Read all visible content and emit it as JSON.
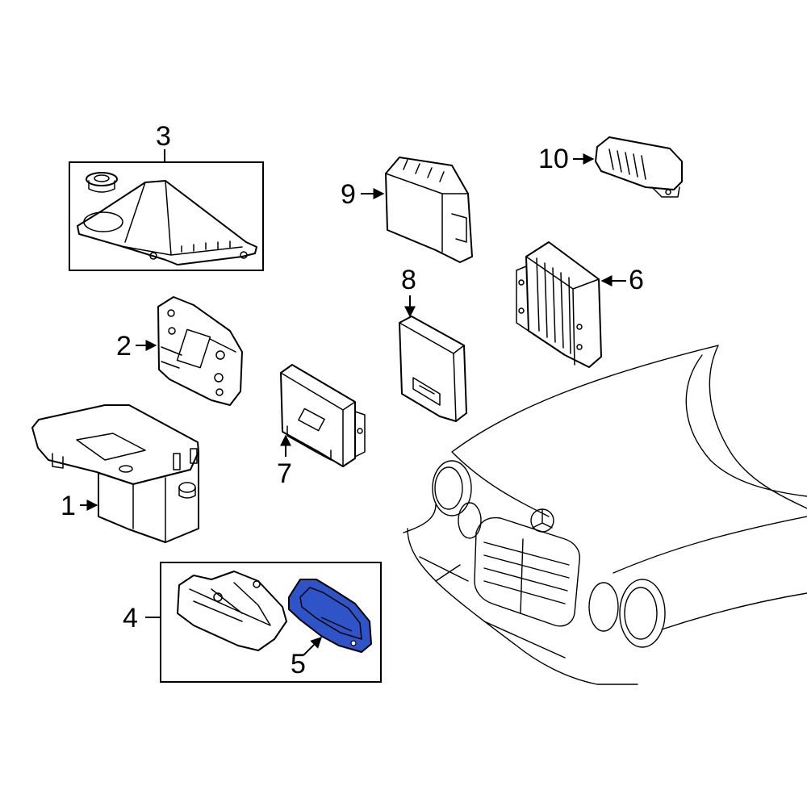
{
  "diagram": {
    "highlight_color": "#2f54c8",
    "callouts": {
      "c1": "1",
      "c2": "2",
      "c3": "3",
      "c4": "4",
      "c5": "5",
      "c6": "6",
      "c7": "7",
      "c8": "8",
      "c9": "9",
      "c10": "10"
    }
  }
}
